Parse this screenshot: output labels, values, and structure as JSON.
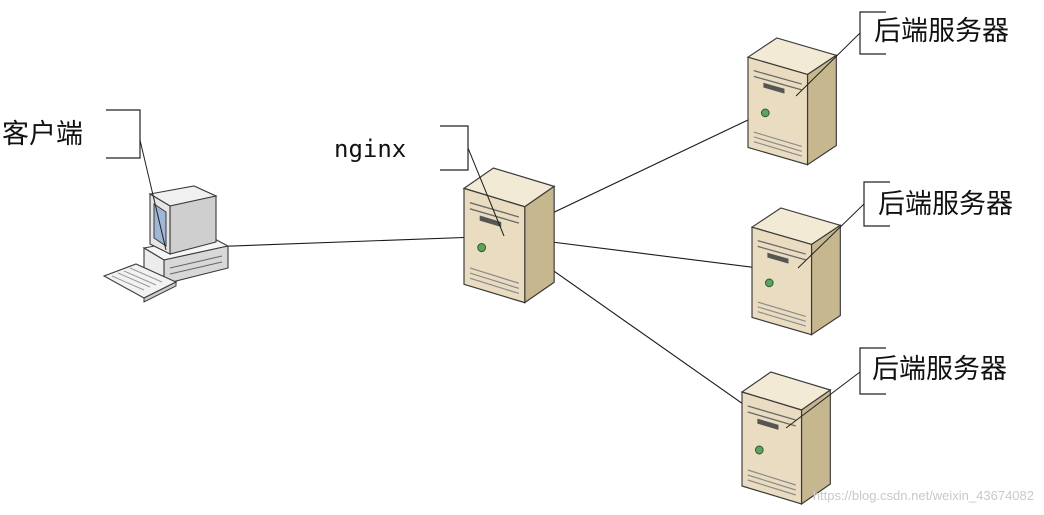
{
  "diagram": {
    "nodes": {
      "client": {
        "label": "客户端",
        "icon": "desktop-computer-icon"
      },
      "proxy": {
        "label": "nginx",
        "icon": "server-tower-icon"
      },
      "servers": [
        {
          "label": "后端服务器",
          "icon": "server-tower-icon"
        },
        {
          "label": "后端服务器",
          "icon": "server-tower-icon"
        },
        {
          "label": "后端服务器",
          "icon": "server-tower-icon"
        }
      ]
    },
    "edges": [
      {
        "from": "client",
        "to": "proxy"
      },
      {
        "from": "proxy",
        "to": "server-1"
      },
      {
        "from": "proxy",
        "to": "server-2"
      },
      {
        "from": "proxy",
        "to": "server-3"
      }
    ],
    "watermark": "https://blog.csdn.net/weixin_43674082",
    "colors": {
      "server_body": "#e9dcc0",
      "server_shade": "#c7b78f",
      "line": "#1a1a1a"
    }
  }
}
